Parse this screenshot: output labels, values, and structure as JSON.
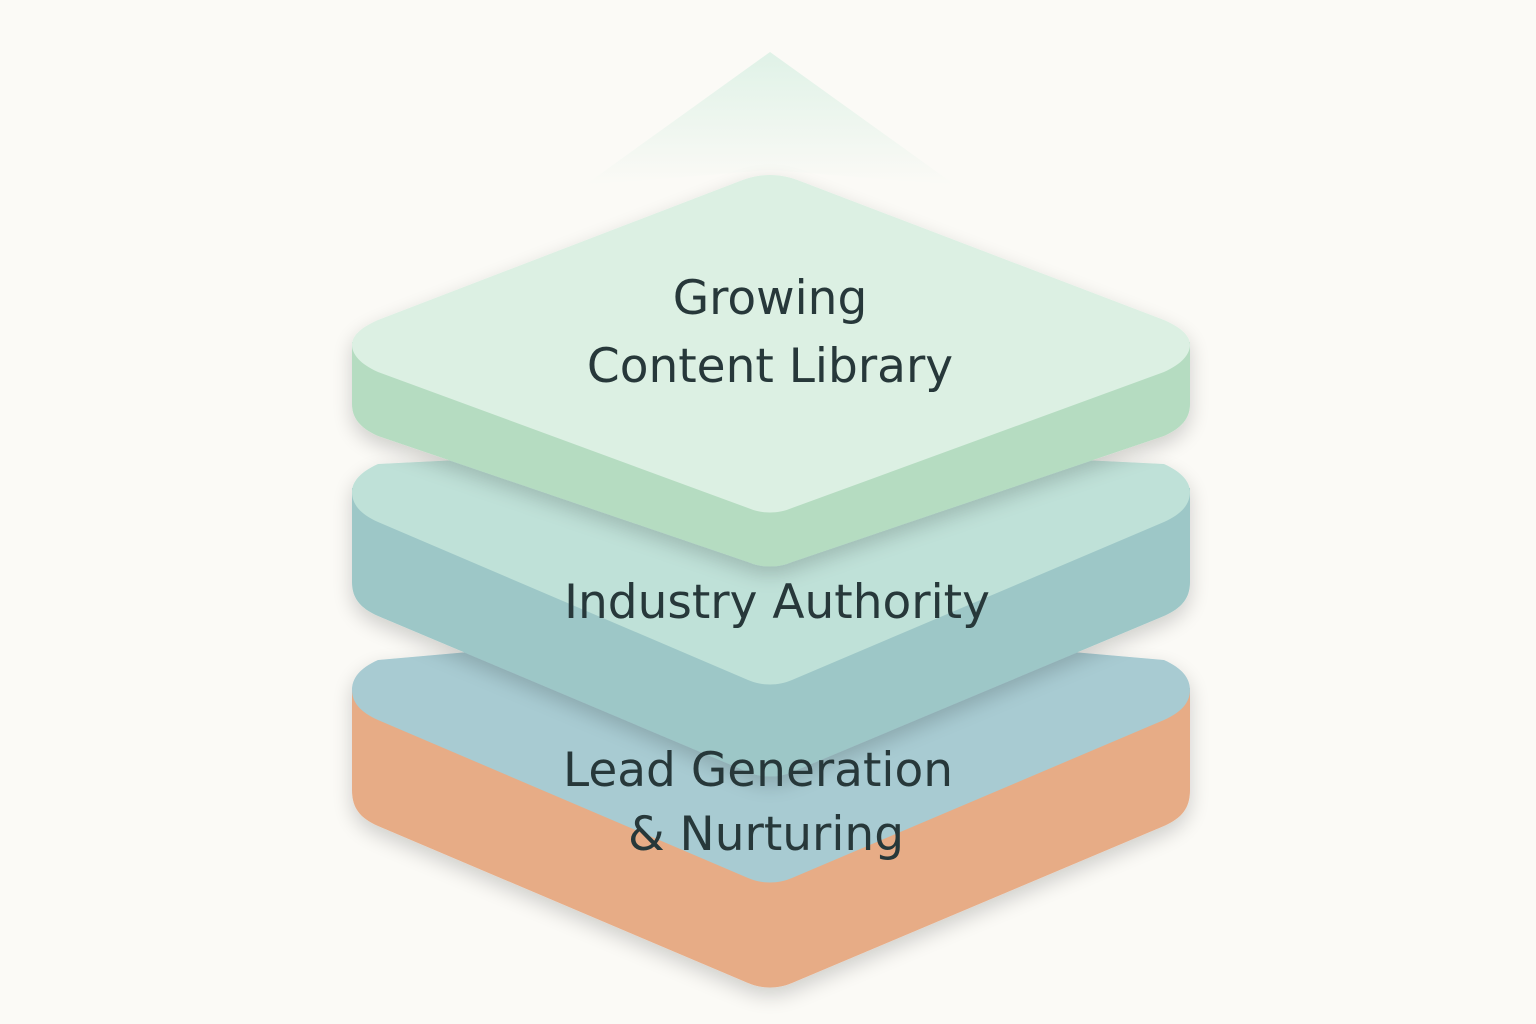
{
  "diagram": {
    "type": "stacked-layers",
    "layers": [
      {
        "id": "lead-generation",
        "lines": [
          "Lead Generation",
          "& Nurturing"
        ],
        "top_color": "#a8cbd2",
        "side_color": "#e7ac86"
      },
      {
        "id": "industry-authority",
        "lines": [
          "Industry Authority"
        ],
        "top_color": "#bfe1d8",
        "side_color": "#9dc7c7"
      },
      {
        "id": "growing-content-library",
        "lines": [
          "Growing",
          "Content Library"
        ],
        "top_color": "#dcf0e3",
        "side_color": "#b5dcc1"
      }
    ],
    "glow_color": "#d6efe2",
    "text_color": "#27383a"
  }
}
